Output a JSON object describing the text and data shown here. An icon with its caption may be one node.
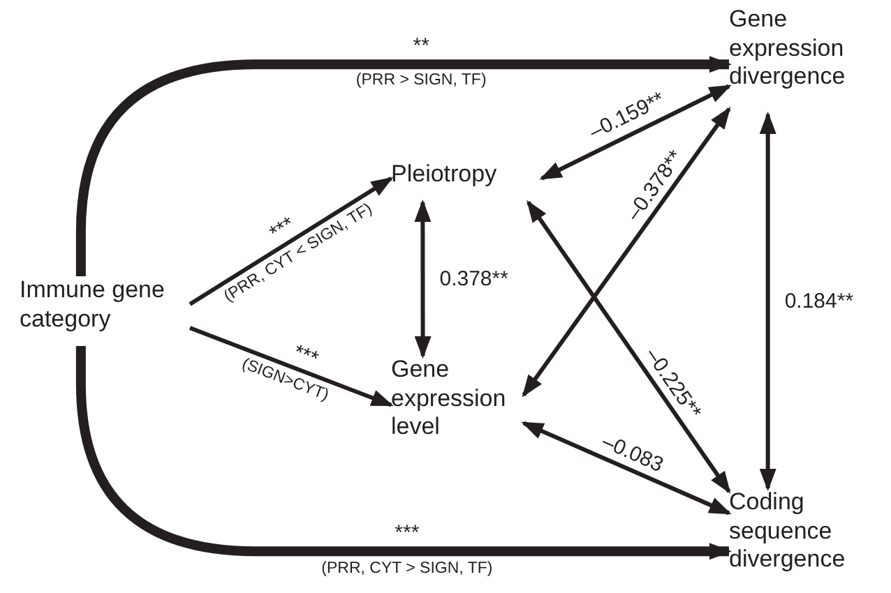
{
  "diagram": {
    "nodes": [
      {
        "text": [
          "Immune gene category"
        ]
      },
      {
        "text": [
          "Pleiotropy"
        ]
      },
      {
        "text": [
          "Gene expression level"
        ]
      },
      {
        "text": [
          "Gene expression divergence"
        ]
      },
      {
        "text": [
          "Coding sequence divergence"
        ]
      }
    ],
    "edges": [
      {
        "from": 0,
        "to": 3,
        "arrow": "to",
        "label": "**",
        "style": "thick"
      },
      {
        "from": 0,
        "to": 1,
        "arrow": "to",
        "label": "***"
      },
      {
        "from": 0,
        "to": 2,
        "arrow": "to",
        "label": "***"
      },
      {
        "from": 0,
        "to": 4,
        "arrow": "to",
        "label": "***",
        "style": "thick"
      },
      {
        "from": 1,
        "to": 2,
        "arrow": "both",
        "label": "0.378**"
      },
      {
        "from": 3,
        "to": 1,
        "arrow": "both",
        "label": "–0.159**"
      },
      {
        "from": 3,
        "to": 2,
        "arrow": "both",
        "label": "–0.378**"
      },
      {
        "from": 1,
        "to": 4,
        "arrow": "both",
        "label": "–0.225**"
      },
      {
        "from": 2,
        "to": 4,
        "arrow": "both",
        "label": "–0.083"
      },
      {
        "from": 3,
        "to": 4,
        "arrow": "both",
        "label": "0.184**"
      }
    ],
    "labels": [
      "(PRR > SIGN, TF)",
      "(PRR, CYT < SIGN, TF)",
      "(SIGN>CYT)",
      "(PRR, CYT > SIGN, TF)"
    ]
  }
}
